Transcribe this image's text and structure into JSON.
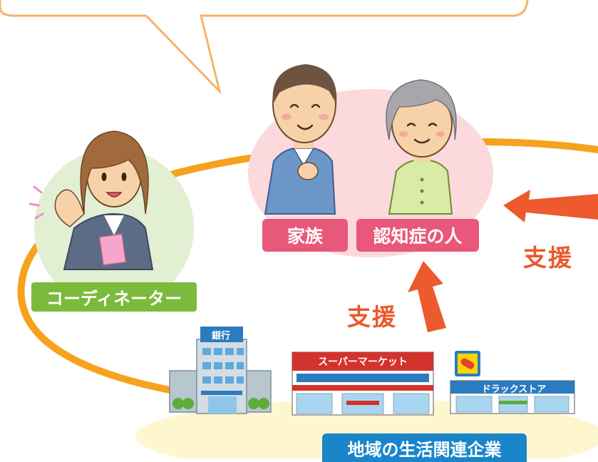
{
  "labels": {
    "family": "家族",
    "person_with_dementia": "認知症の人",
    "coordinator": "コーディネーター",
    "local_businesses": "地域の生活関連企業",
    "support_right": "支援",
    "support_center": "支援"
  },
  "buildings": {
    "bank_sign": "銀行",
    "supermarket_sign": "スーパーマーケット",
    "drugstore_sign": "ドラックストア"
  },
  "colors": {
    "ring_orange": "#f6a21e",
    "label_pink": "#e8587a",
    "label_green": "#7cba3c",
    "label_blue": "#1a86c9",
    "arrow_red": "#ec5a2e",
    "circle_pink": "#fbd9dc",
    "circle_green": "#e2efd3",
    "ground_yellow": "#fdf6cf"
  }
}
